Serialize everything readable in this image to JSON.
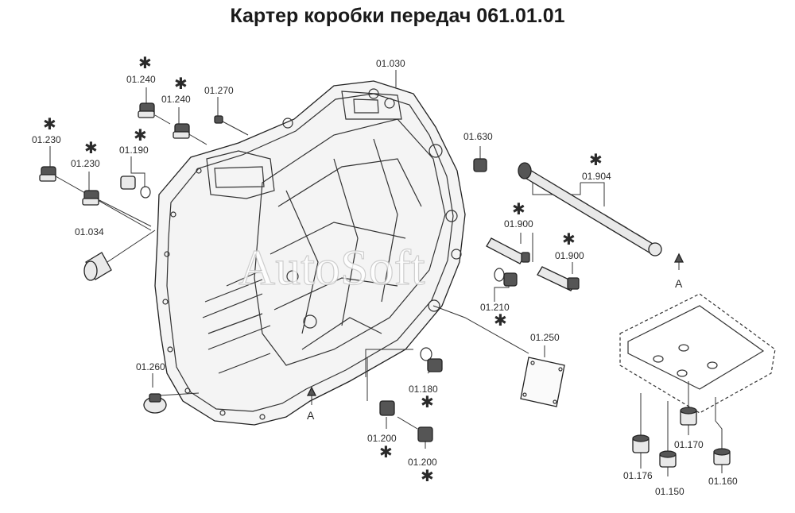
{
  "title": "Картер коробки передач  061.01.01",
  "watermark": "AutoSoft",
  "view_label": "A",
  "asterisk": "✱",
  "parts": [
    {
      "id": "p-030",
      "label": "01.030"
    },
    {
      "id": "p-240a",
      "label": "01.240"
    },
    {
      "id": "p-240b",
      "label": "01.240"
    },
    {
      "id": "p-270",
      "label": "01.270"
    },
    {
      "id": "p-230a",
      "label": "01.230"
    },
    {
      "id": "p-230b",
      "label": "01.230"
    },
    {
      "id": "p-190",
      "label": "01.190"
    },
    {
      "id": "p-034",
      "label": "01.034"
    },
    {
      "id": "p-630",
      "label": "01.630"
    },
    {
      "id": "p-904",
      "label": "01.904"
    },
    {
      "id": "p-900a",
      "label": "01.900"
    },
    {
      "id": "p-900b",
      "label": "01.900"
    },
    {
      "id": "p-210",
      "label": "01.210"
    },
    {
      "id": "p-250",
      "label": "01.250"
    },
    {
      "id": "p-260",
      "label": "01.260"
    },
    {
      "id": "p-180",
      "label": "01.180"
    },
    {
      "id": "p-200a",
      "label": "01.200"
    },
    {
      "id": "p-200b",
      "label": "01.200"
    },
    {
      "id": "p-170",
      "label": "01.170"
    },
    {
      "id": "p-176",
      "label": "01.176"
    },
    {
      "id": "p-150",
      "label": "01.150"
    },
    {
      "id": "p-160",
      "label": "01.160"
    }
  ]
}
